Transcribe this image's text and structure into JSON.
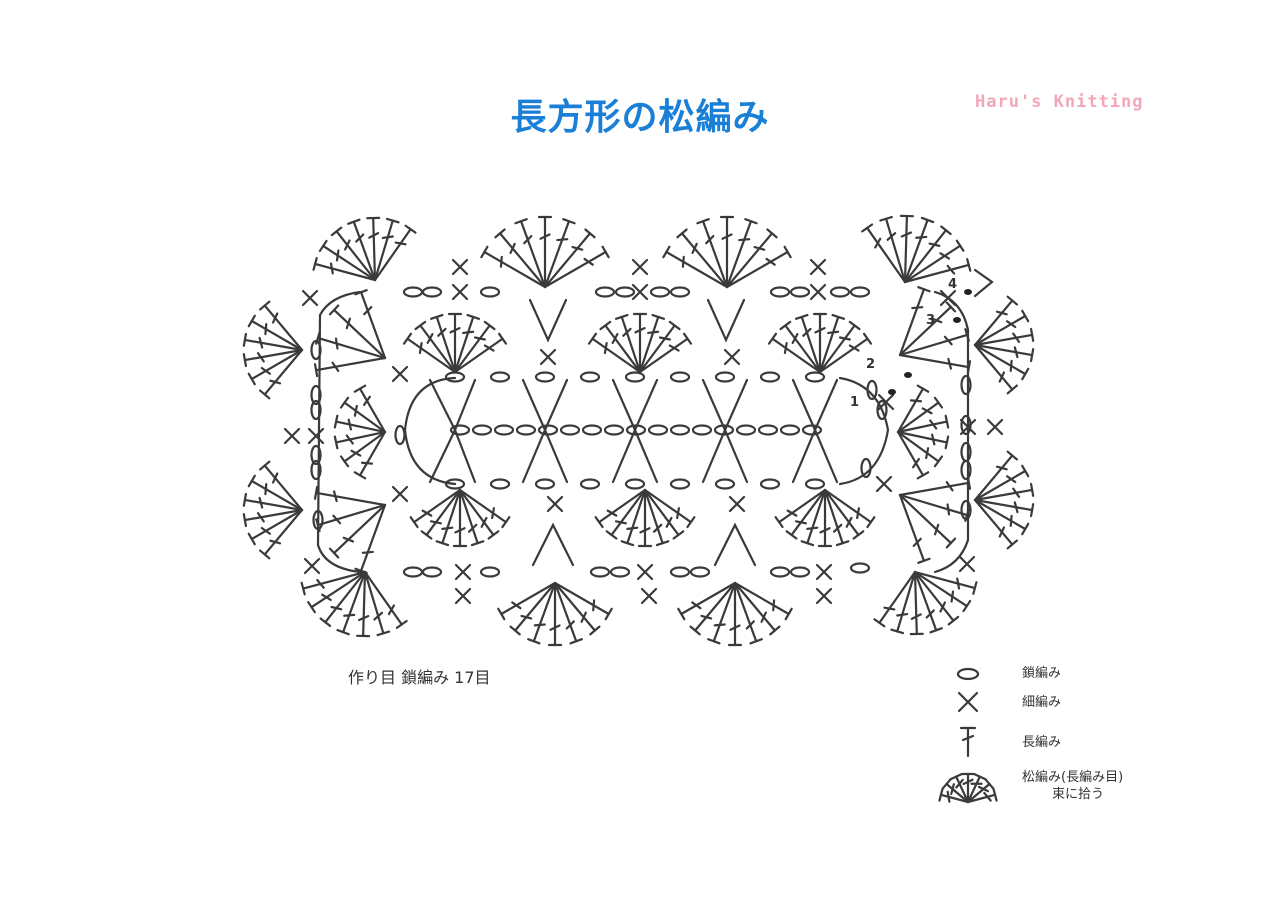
{
  "title": "長方形の松編み",
  "brand": "Haru's Knitting",
  "start_note": "作り目 鎖編み 17目",
  "round_numbers": [
    "1",
    "2",
    "3",
    "4"
  ],
  "legend": [
    {
      "icon": "chain-stitch-icon",
      "label": "鎖編み"
    },
    {
      "icon": "single-crochet-icon",
      "label": "細編み"
    },
    {
      "icon": "double-crochet-icon",
      "label": "長編み"
    },
    {
      "icon": "shell-stitch-icon",
      "label": "松編み(長編み目)",
      "sub": "束に拾う"
    }
  ],
  "colors": {
    "title": "#1a7fd6",
    "brand": "#f2a7b8",
    "stitch": "#3a3a3a"
  }
}
